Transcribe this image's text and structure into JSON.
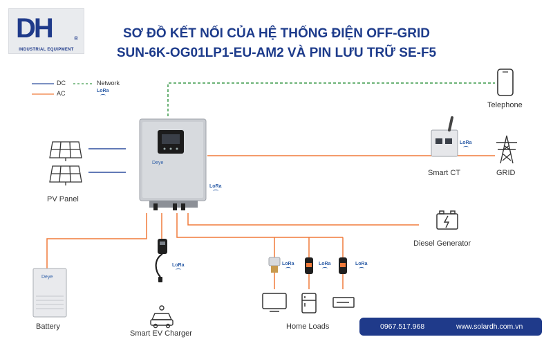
{
  "logo": {
    "mark": "DH",
    "registered": "®",
    "tagline": "INDUSTRIAL EQUIPMENT"
  },
  "title": {
    "line1": "SƠ ĐỒ KẾT NỐI CỦA HỆ THỐNG ĐIỆN OFF-GRID",
    "line2": "SUN-6K-OG01LP1-EU-AM2 VÀ PIN LƯU TRỮ SE-F5"
  },
  "legend": {
    "dc": "DC",
    "network": "Network",
    "ac": "AC",
    "lora": "LoRa"
  },
  "components": {
    "pv_panel": "PV Panel",
    "telephone": "Telephone",
    "smart_ct": "Smart CT",
    "grid": "GRID",
    "diesel_generator": "Diesel Generator",
    "battery": "Battery",
    "ev_charger": "Smart EV Charger",
    "home_loads": "Home Loads"
  },
  "device_brand": "Deye",
  "lora_tag": "LoRa",
  "contact": {
    "phone": "0967.517.968",
    "website": "www.solardh.com.vn"
  },
  "colors": {
    "title": "#1d3b8b",
    "dc": "#2f4f9e",
    "ac": "#f07a3a",
    "network": "#3c9a4a",
    "contact_bg": "#1f3a8a"
  }
}
